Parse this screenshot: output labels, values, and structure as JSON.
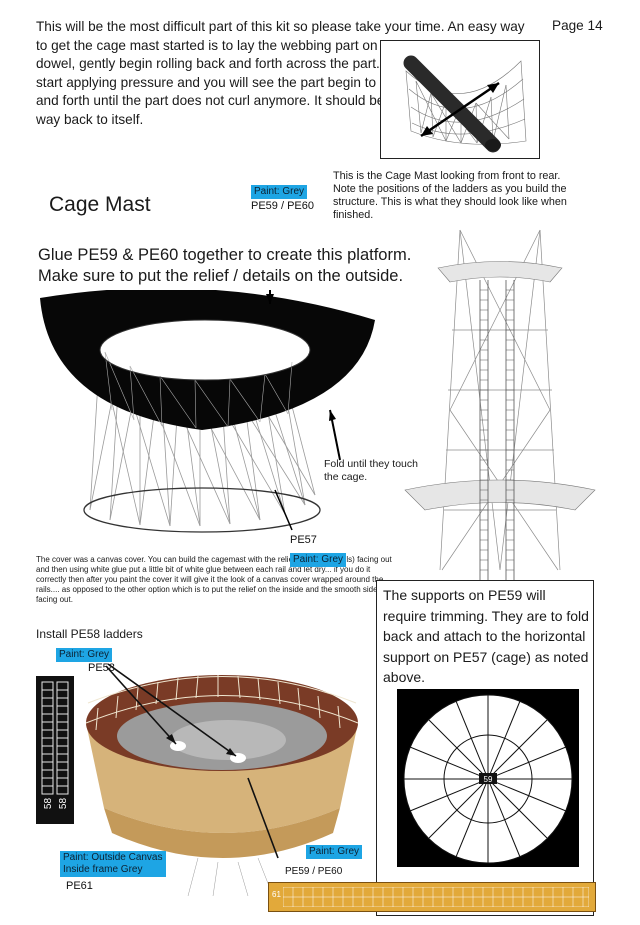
{
  "intro_text": "This will be the most difficult part of this kit so please take your time.  An easy way to get the cage mast started is to lay the webbing part on a flat surface and using a dowel, gently begin rolling back and forth across the  part. Once you begin rolling start applying pressure and you will see the part begin to curl. Continue to roll back and forth until the part does not curl anymore. It should be almost curled all the way back to itself.",
  "page_number": "Page 14",
  "section_title": "Cage Mast",
  "paint_labels": {
    "platform": "Paint: Grey",
    "cover": "Paint: Grey",
    "ladders": "Paint: Grey",
    "inner": "Paint: Grey",
    "outside_line1": "Paint: Outside Canvas",
    "outside_line2": "Inside frame Grey"
  },
  "part_labels": {
    "pe59_pe60_top": "PE59 / PE60",
    "pe57": "PE57",
    "pe58": "PE58",
    "pe59_pe60_bottom": "PE59 / PE60",
    "pe61": "PE61",
    "ladder_numbers": [
      "58",
      "58"
    ],
    "center_number": "59",
    "strip_number": "61"
  },
  "glue_text_line1": "Glue PE59 & PE60 together to create this platform.",
  "glue_text_line2": "Make sure to put the relief / details on the outside.",
  "mast_caption": "This is the Cage Mast looking from front to rear. Note the positions of the ladders as you build the structure. This is what they should look like when finished.",
  "fold_text": "Fold until they touch the cage.",
  "cover_text": "The cover was a canvas cover. You can build the cagemast with the relief etch (hand rails) facing out and then using white glue put a little bit of white glue between each rail and let dry... if you do it correctly then after you paint the cover it will give it the look of a canvas cover wrapped around the rails.... as opposed to the other option which is to put the relief on the inside and the smooth side facing out.",
  "install_title": "Install PE58 ladders",
  "supports_text": "The supports on PE59 will require trimming. They are to fold back and attach to the horizontal support on PE57 (cage) as noted above."
}
